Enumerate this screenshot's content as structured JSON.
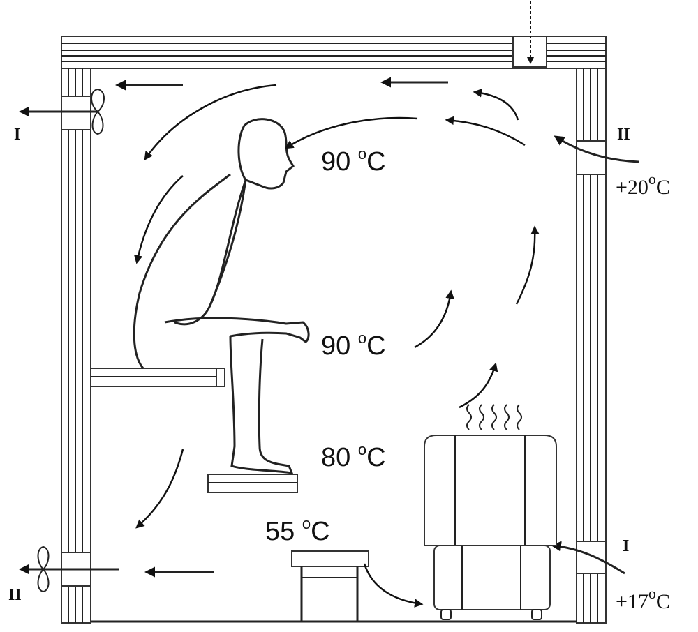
{
  "temperatures": {
    "head": "90 ",
    "head_unit": "C",
    "hands": "90 ",
    "hands_unit": "C",
    "heater_top": "80 ",
    "heater_top_unit": "C",
    "floor_stool": "55 ",
    "floor_stool_unit": "C",
    "degree_mark": "o"
  },
  "external": {
    "upper_right_inlet": "+20",
    "lower_right_inlet": "+17",
    "unit": "C",
    "degree_mark": "o"
  },
  "vents": {
    "upper_left": "I",
    "upper_right": "II",
    "lower_left": "II",
    "lower_right": "I"
  },
  "colors": {
    "ink": "#111111",
    "background": "#ffffff"
  }
}
